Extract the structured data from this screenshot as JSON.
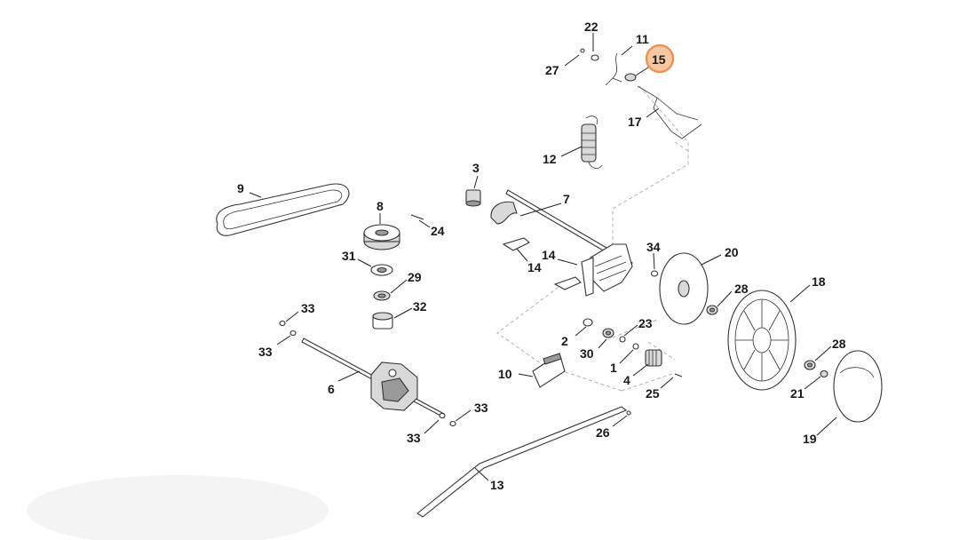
{
  "labels": {
    "p1": "1",
    "p2": "2",
    "p3": "3",
    "p4": "4",
    "p6": "6",
    "p7": "7",
    "p8": "8",
    "p9": "9",
    "p10": "10",
    "p11": "11",
    "p12": "12",
    "p13": "13",
    "p14a": "14",
    "p14b": "14",
    "p15": "15",
    "p17": "17",
    "p18": "18",
    "p19": "19",
    "p20": "20",
    "p21": "21",
    "p22": "22",
    "p23": "23",
    "p24": "24",
    "p25": "25",
    "p26": "26",
    "p27": "27",
    "p28a": "28",
    "p28b": "28",
    "p29": "29",
    "p30": "30",
    "p31": "31",
    "p32": "32",
    "p33a": "33",
    "p33b": "33",
    "p33c": "33",
    "p33d": "33",
    "p34": "34"
  },
  "highlight": {
    "part": "15",
    "ring_color": "#e8935a",
    "fill_color": "#f6c9a4"
  }
}
